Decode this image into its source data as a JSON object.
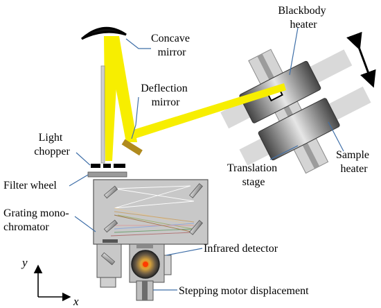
{
  "labels": {
    "concave_mirror": [
      "Concave",
      "mirror"
    ],
    "deflection_mirror": [
      "Deflection",
      "mirror"
    ],
    "blackbody_heater": [
      "Blackbody",
      "heater"
    ],
    "light_chopper": [
      "Light",
      "chopper"
    ],
    "filter_wheel": "Filter wheel",
    "grating_monochromator": [
      "Grating mono-",
      "chromator"
    ],
    "translation_stage": [
      "Translation",
      "stage"
    ],
    "sample_heater": [
      "Sample",
      "heater"
    ],
    "infrared_detector": "Infrared detector",
    "stepping_motor_displacement": "Stepping motor displacement"
  },
  "axes": {
    "y": "y",
    "x": "x"
  },
  "colors": {
    "beam": "#f7ee00",
    "leader_line": "#3f6fa8",
    "mirror": "#b08a1e",
    "box_gray": "#c8c8c8"
  },
  "icons": {
    "motion_arrow": "double-headed-arrow-icon",
    "axis_y": "arrow-up-icon",
    "axis_x": "arrow-right-icon"
  }
}
